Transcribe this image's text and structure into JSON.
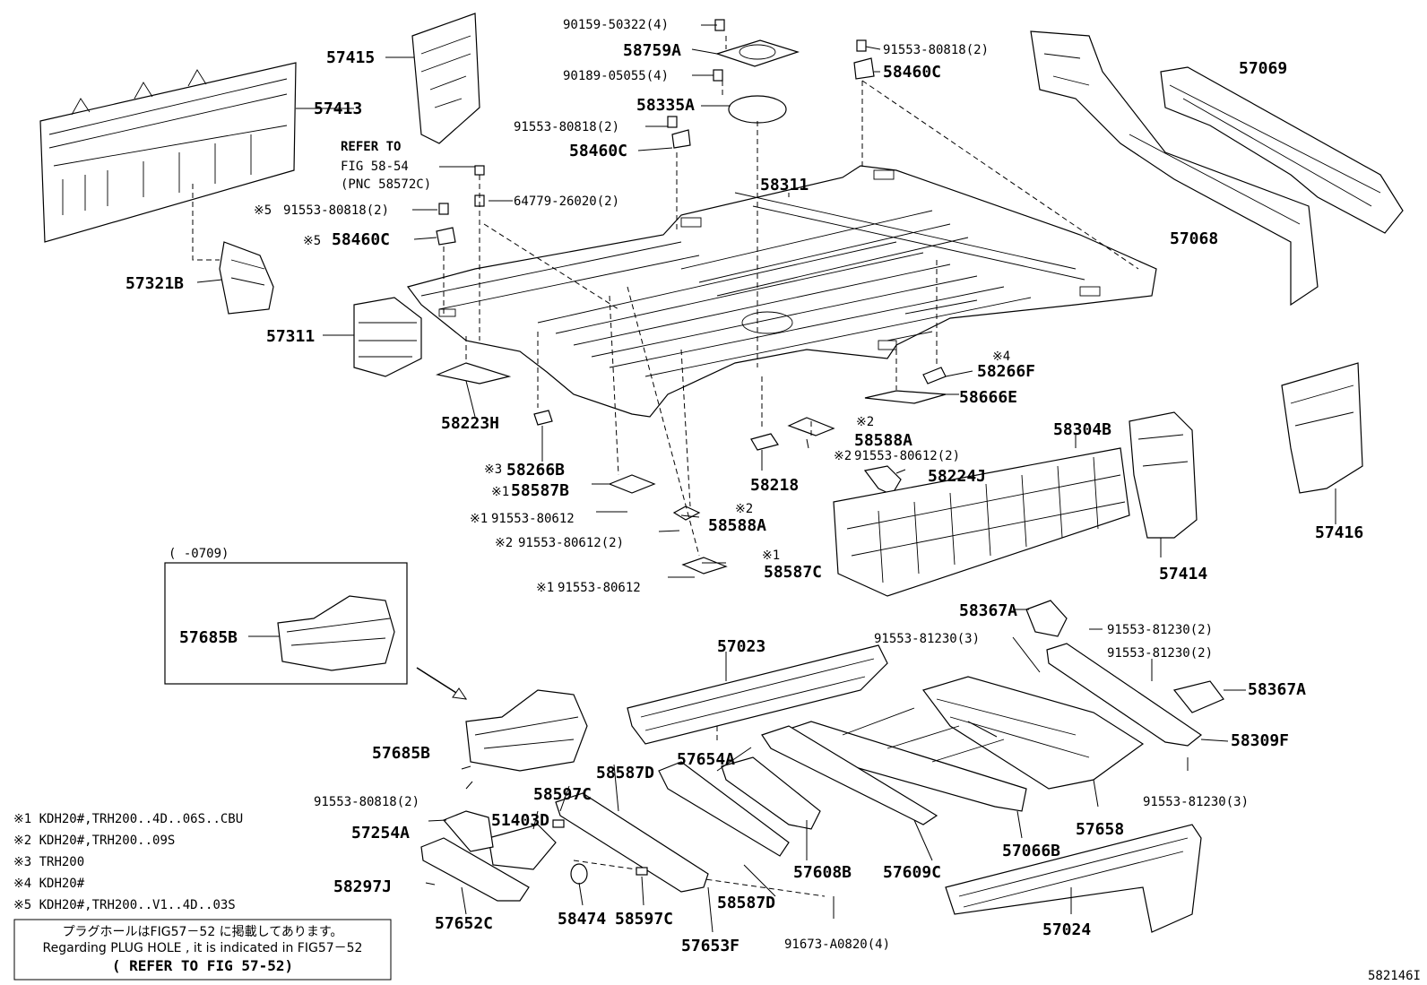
{
  "diagram_id": "582146I",
  "callouts": {
    "c90159": "90159-50322(4)",
    "c58759A": "58759A",
    "c90189": "90189-05055(4)",
    "c58335A": "58335A",
    "c91553_80818_a": "91553-80818(2)",
    "c58460C_a": "58460C",
    "c57415": "57415",
    "c57413": "57413",
    "refer_to": "REFER TO",
    "fig_58_54": "FIG 58-54",
    "pnc_58572C": "(PNC 58572C)",
    "c64779": "64779-26020(2)",
    "c91553_80818_b": "91553-80818(2)",
    "c58460C_b": "58460C",
    "c91553_80818_top": "91553-80818(2)",
    "c58460C_top": "58460C",
    "c58311": "58311",
    "c57069": "57069",
    "c57068": "57068",
    "c57321B": "57321B",
    "c57311": "57311",
    "c58223H": "58223H",
    "c58266B": "58266B",
    "c58587B": "58587B",
    "c91553_80612_a": "91553-80612",
    "c91553_80612_b": "91553-80612(2)",
    "c58588A_a": "58588A",
    "c58587C": "58587C",
    "c91553_80612_c": "91553-80612",
    "c58218": "58218",
    "c58588A_b": "58588A",
    "c91553_80612_d": "91553-80612(2)",
    "c58224J": "58224J",
    "c58266F": "58266F",
    "c58666E": "58666E",
    "c58304B": "58304B",
    "c57414": "57414",
    "c57416": "57416",
    "inset_label": "(      -0709)",
    "c57685B_a": "57685B",
    "c57685B_b": "57685B",
    "c91553_80818_c": "91553-80818(2)",
    "c57023": "57023",
    "c58367A_a": "58367A",
    "c91553_81230_a": "91553-81230(3)",
    "c91553_81230_b": "91553-81230(2)",
    "c91553_81230_c": "91553-81230(2)",
    "c58367A_b": "58367A",
    "c58309F": "58309F",
    "c91553_81230_d": "91553-81230(3)",
    "c57654A": "57654A",
    "c58587D_a": "58587D",
    "c58597C_a": "58597C",
    "c51403D": "51403D",
    "c57254A": "57254A",
    "c58297J": "58297J",
    "c57652C": "57652C",
    "c58474": "58474",
    "c58597C_b": "58597C",
    "c57653F": "57653F",
    "c58587D_b": "58587D",
    "c91673": "91673-A0820(4)",
    "c57608B": "57608B",
    "c57609C": "57609C",
    "c57066B": "57066B",
    "c57658": "57658",
    "c57024": "57024"
  },
  "marks": {
    "m1": "※1",
    "m2": "※2",
    "m3": "※3",
    "m4": "※4",
    "m5": "※5"
  },
  "legend": [
    "※1 KDH20#,TRH200..4D..06S..CBU",
    "※2 KDH20#,TRH200..09S",
    "※3 TRH200",
    "※4 KDH20#",
    "※5 KDH20#,TRH200..V1..4D..03S"
  ],
  "plug_note": {
    "jp": "プラグホールはFIG57－52 に掲載してあります。",
    "en": "Regarding PLUG HOLE , it is indicated in FIG57－52",
    "refer": "( REFER TO FIG 57-52)"
  }
}
